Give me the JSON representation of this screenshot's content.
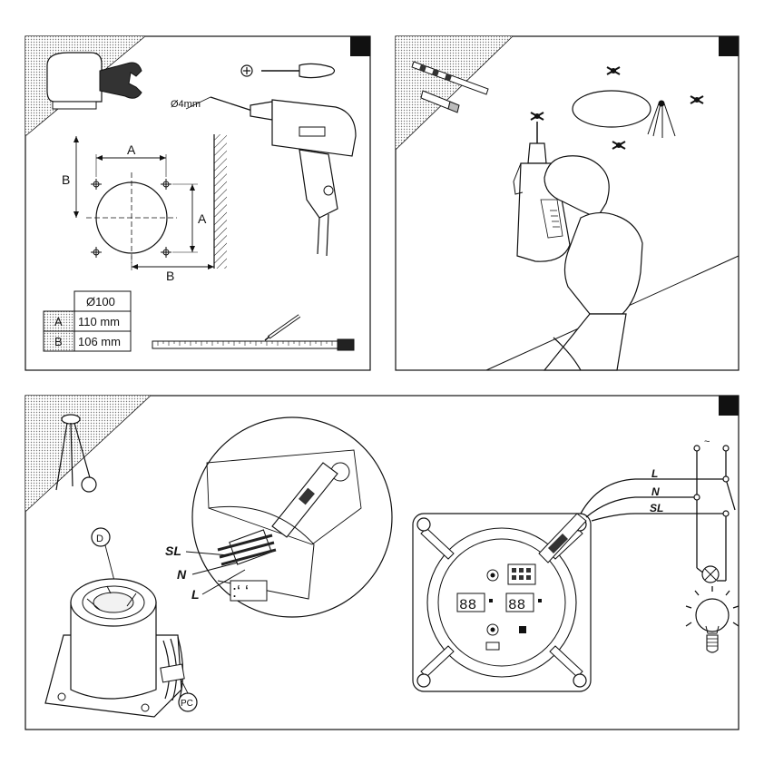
{
  "panel1": {
    "drill_label": "Ø4mm",
    "dim_a": "A",
    "dim_b": "B",
    "table": {
      "header": "Ø100",
      "rows": [
        {
          "key": "A",
          "value": "110 mm"
        },
        {
          "key": "B",
          "value": "106 mm"
        }
      ]
    }
  },
  "panel3": {
    "label_d": "D",
    "label_pc": "PC",
    "wire_sl": "SL",
    "wire_n": "N",
    "wire_l": "L",
    "circuit_l": "L",
    "circuit_n": "N",
    "circuit_sl": "SL",
    "supply_symbol": "~"
  },
  "colors": {
    "ink": "#111111",
    "hatch": "#888888",
    "marker": "#1a1a1a"
  }
}
